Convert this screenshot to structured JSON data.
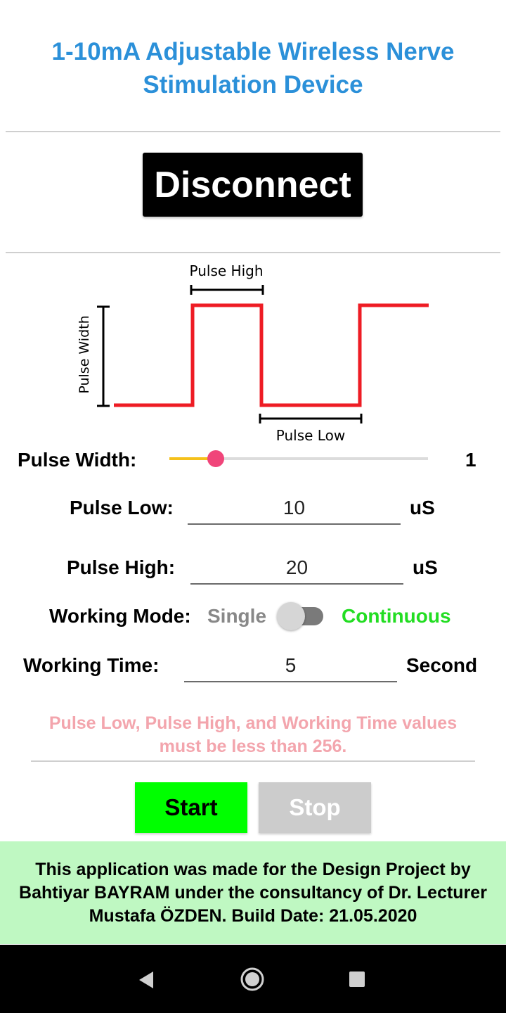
{
  "header": {
    "title": "1-10mA Adjustable Wireless Nerve Stimulation Device"
  },
  "connection": {
    "disconnect_label": "Disconnect"
  },
  "diagram": {
    "pulse_high_label": "Pulse High",
    "pulse_low_label": "Pulse Low",
    "pulse_width_label": "Pulse Width",
    "wave_color": "#ee1c24"
  },
  "controls": {
    "pulse_width": {
      "label": "Pulse Width:",
      "value": "1",
      "slider_fraction": 0.18
    },
    "pulse_low": {
      "label": "Pulse Low:",
      "value": "10",
      "unit": "uS"
    },
    "pulse_high": {
      "label": "Pulse High:",
      "value": "20",
      "unit": "uS"
    },
    "working_mode": {
      "label": "Working Mode:",
      "option_off": "Single",
      "option_on": "Continuous",
      "on_color": "#22dd22",
      "off_color": "#888888"
    },
    "working_time": {
      "label": "Working Time:",
      "value": "5",
      "unit": "Second"
    }
  },
  "warning": {
    "text": "Pulse Low, Pulse High, and Working Time values must be less than 256."
  },
  "actions": {
    "start_label": "Start",
    "stop_label": "Stop",
    "start_color": "#00ff00",
    "stop_color": "#cccccc"
  },
  "footer": {
    "text": "This application was made for the Design Project by Bahtiyar BAYRAM under the consultancy of Dr. Lecturer Mustafa ÖZDEN. Build Date: 21.05.2020"
  },
  "navbar": {
    "back_icon": "back-triangle-icon",
    "home_icon": "home-circle-icon",
    "recents_icon": "recents-square-icon"
  }
}
